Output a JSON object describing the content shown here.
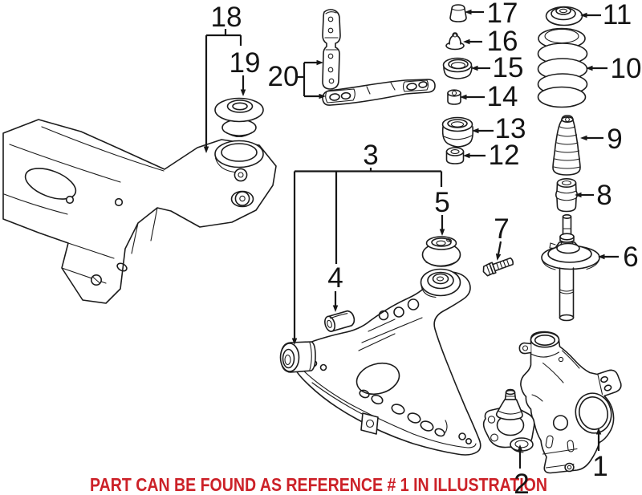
{
  "caption": {
    "text": "PART CAN BE FOUND AS REFERENCE # 1 IN ILLUSTRATION",
    "color": "#cc2128"
  },
  "colors": {
    "background": "#ffffff",
    "line": "#1c1c1c",
    "label": "#141414"
  },
  "labels": {
    "n1": "1",
    "n2": "2",
    "n3": "3",
    "n4": "4",
    "n5": "5",
    "n6": "6",
    "n7": "7",
    "n8": "8",
    "n9": "9",
    "n10": "10",
    "n11": "11",
    "n12": "12",
    "n13": "13",
    "n14": "14",
    "n15": "15",
    "n16": "16",
    "n17": "17",
    "n18": "18",
    "n19": "19",
    "n20": "20"
  }
}
